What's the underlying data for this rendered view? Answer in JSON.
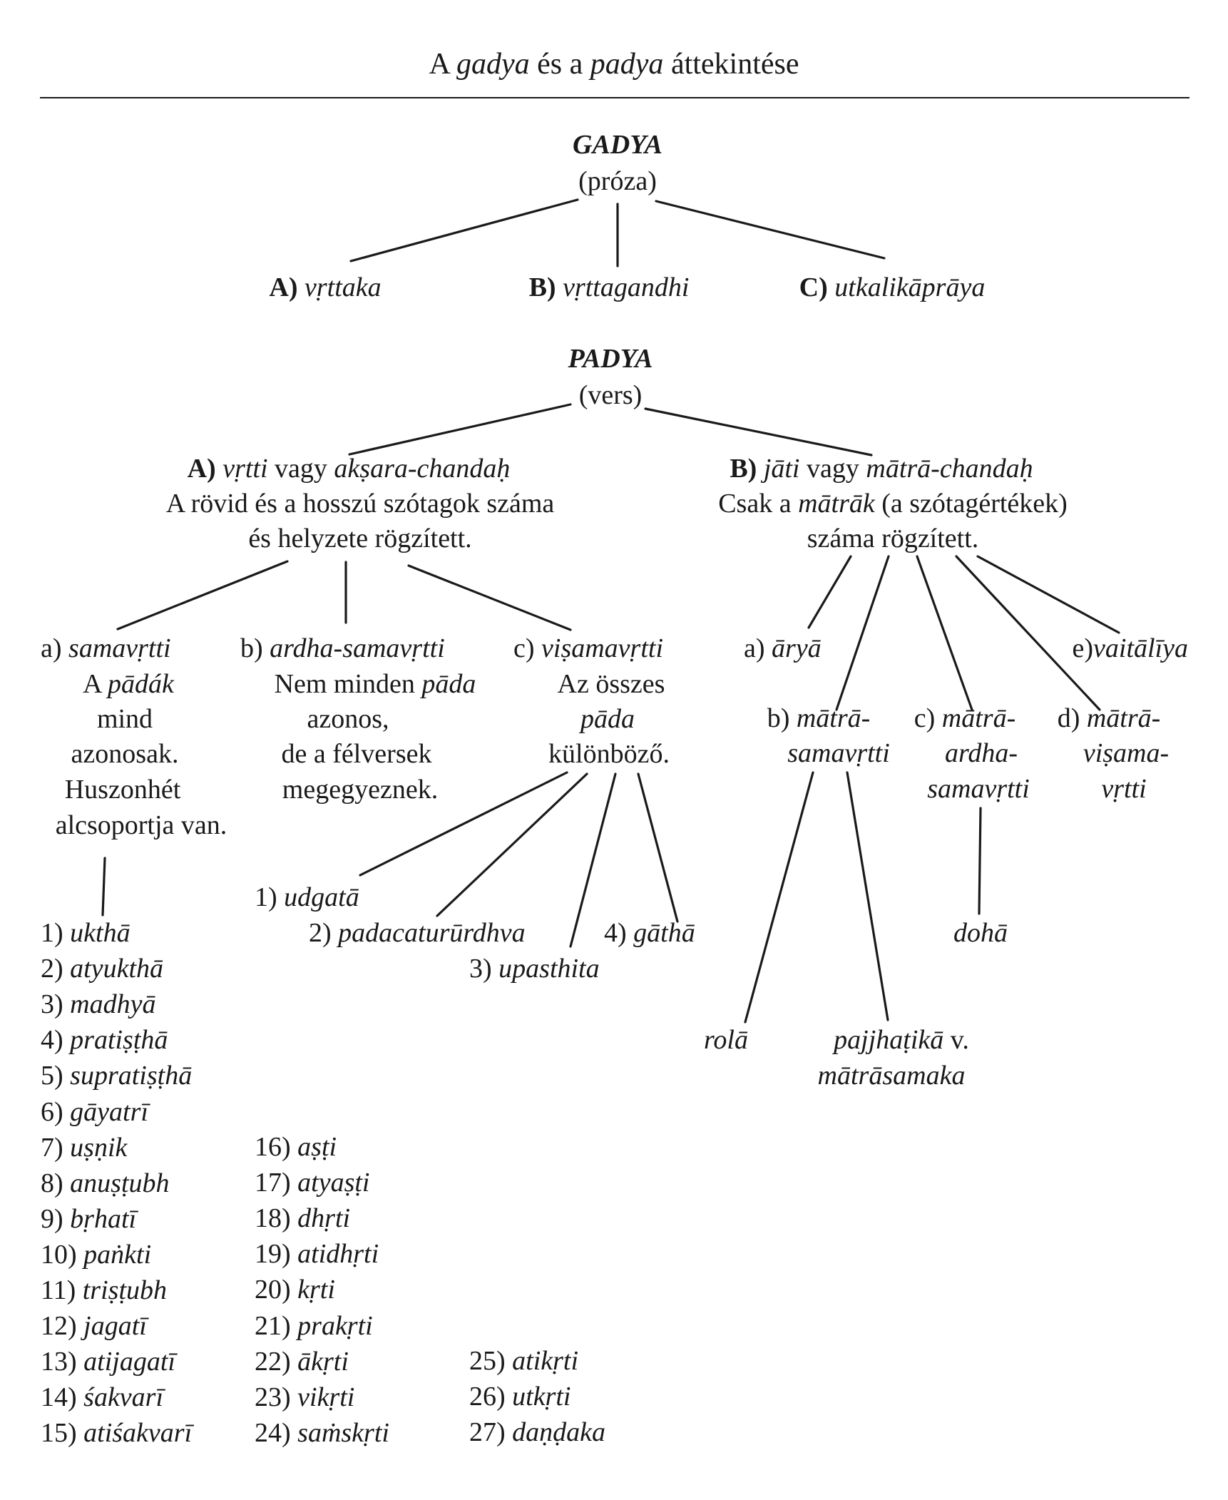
{
  "header": {
    "title": {
      "p1": "A ",
      "gadya": "gadya",
      "p2": " és a ",
      "padya": "padya",
      "p3": " áttekintése"
    }
  },
  "gadya": {
    "title": "GADYA",
    "subtitle": "(próza)",
    "a": {
      "letter": "A)",
      "name": "vṛttaka"
    },
    "b": {
      "letter": "B)",
      "name": "vṛttagandhi"
    },
    "c": {
      "letter": "C)",
      "name": "utkalikāprāya"
    }
  },
  "padya": {
    "title": "PADYA",
    "subtitle": "(vers)",
    "A": {
      "letter": "A)",
      "name1": "vṛtti",
      "conj": " vagy ",
      "name2": "akṣara-chandaḥ",
      "desc1": "A rövid és a hosszú szótagok száma",
      "desc2": "és helyzete rögzített."
    },
    "B": {
      "letter": "B)",
      "name1": "jāti",
      "conj": " vagy ",
      "name2": "mātrā-chandaḥ",
      "desc1a": "Csak a ",
      "desc1b": "mātrāk",
      "desc1c": " (a szótagértékek)",
      "desc2": "száma rögzített."
    }
  },
  "vrtti": {
    "a": {
      "letter": "a) ",
      "name": "samavṛtti",
      "l1a": "A ",
      "l1b": "pādák",
      "l2": "mind",
      "l3": "azonosak.",
      "l4": "Huszonhét",
      "l5": "alcsoportja van."
    },
    "b": {
      "letter": "b) ",
      "name": "ardha-samavṛtti",
      "l1a": "Nem minden ",
      "l1b": "pāda",
      "l2": "azonos,",
      "l3": "de a félversek",
      "l4": "megegyeznek."
    },
    "c": {
      "letter": "c) ",
      "name": "viṣamavṛtti",
      "l1": "Az összes",
      "l2": "pāda",
      "l3": "különböző."
    }
  },
  "jati": {
    "a": {
      "letter": "a) ",
      "name": "āryā"
    },
    "b": {
      "letter": "b) ",
      "name1": "mātrā-",
      "name2": "samavṛtti"
    },
    "c": {
      "letter": "c) ",
      "name1": "mātrā-",
      "name2": "ardha-",
      "name3": "samavṛtti"
    },
    "d": {
      "letter": "d) ",
      "name1": "mātrā-",
      "name2": "viṣama-",
      "name3": "vṛtti"
    },
    "e": {
      "letter": "e)",
      "name": "vaitālīya"
    }
  },
  "visama_list": [
    {
      "num": "1) ",
      "name": "udgatā"
    },
    {
      "num": "2) ",
      "name": "padacaturūrdhva"
    },
    {
      "num": "3) ",
      "name": "upasthita"
    },
    {
      "num": "4) ",
      "name": "gāthā"
    }
  ],
  "matra_leaves": {
    "dohā": "dohā",
    "rolā": "rolā",
    "pajjhatika": "pajjhaṭikā",
    "v": " v.",
    "matrasamaka": "mātrāsamaka"
  },
  "samavrtti_list": [
    {
      "num": "1) ",
      "name": "ukthā"
    },
    {
      "num": "2) ",
      "name": "atyukthā"
    },
    {
      "num": "3) ",
      "name": "madhyā"
    },
    {
      "num": "4) ",
      "name": "pratiṣṭhā"
    },
    {
      "num": "5) ",
      "name": "supratiṣṭhā"
    },
    {
      "num": "6) ",
      "name": "gāyatrī"
    },
    {
      "num": "7) ",
      "name": "uṣṇik"
    },
    {
      "num": "8) ",
      "name": "anuṣṭubh"
    },
    {
      "num": "9) ",
      "name": "bṛhatī"
    },
    {
      "num": "10) ",
      "name": "paṅkti"
    },
    {
      "num": "11) ",
      "name": "triṣṭubh"
    },
    {
      "num": "12) ",
      "name": "jagatī"
    },
    {
      "num": "13) ",
      "name": "atijagatī"
    },
    {
      "num": "14) ",
      "name": "śakvarī"
    },
    {
      "num": "15) ",
      "name": "atiśakvarī"
    },
    {
      "num": "16) ",
      "name": "aṣṭi"
    },
    {
      "num": "17) ",
      "name": "atyaṣṭi"
    },
    {
      "num": "18) ",
      "name": "dhṛti"
    },
    {
      "num": "19) ",
      "name": "atidhṛti"
    },
    {
      "num": "20) ",
      "name": "kṛti"
    },
    {
      "num": "21) ",
      "name": "prakṛti"
    },
    {
      "num": "22) ",
      "name": "ākṛti"
    },
    {
      "num": "23) ",
      "name": "vikṛti"
    },
    {
      "num": "24) ",
      "name": "saṁskṛti"
    },
    {
      "num": "25) ",
      "name": "atikṛti"
    },
    {
      "num": "26) ",
      "name": "utkṛti"
    },
    {
      "num": "27) ",
      "name": "daṇḍaka"
    }
  ]
}
